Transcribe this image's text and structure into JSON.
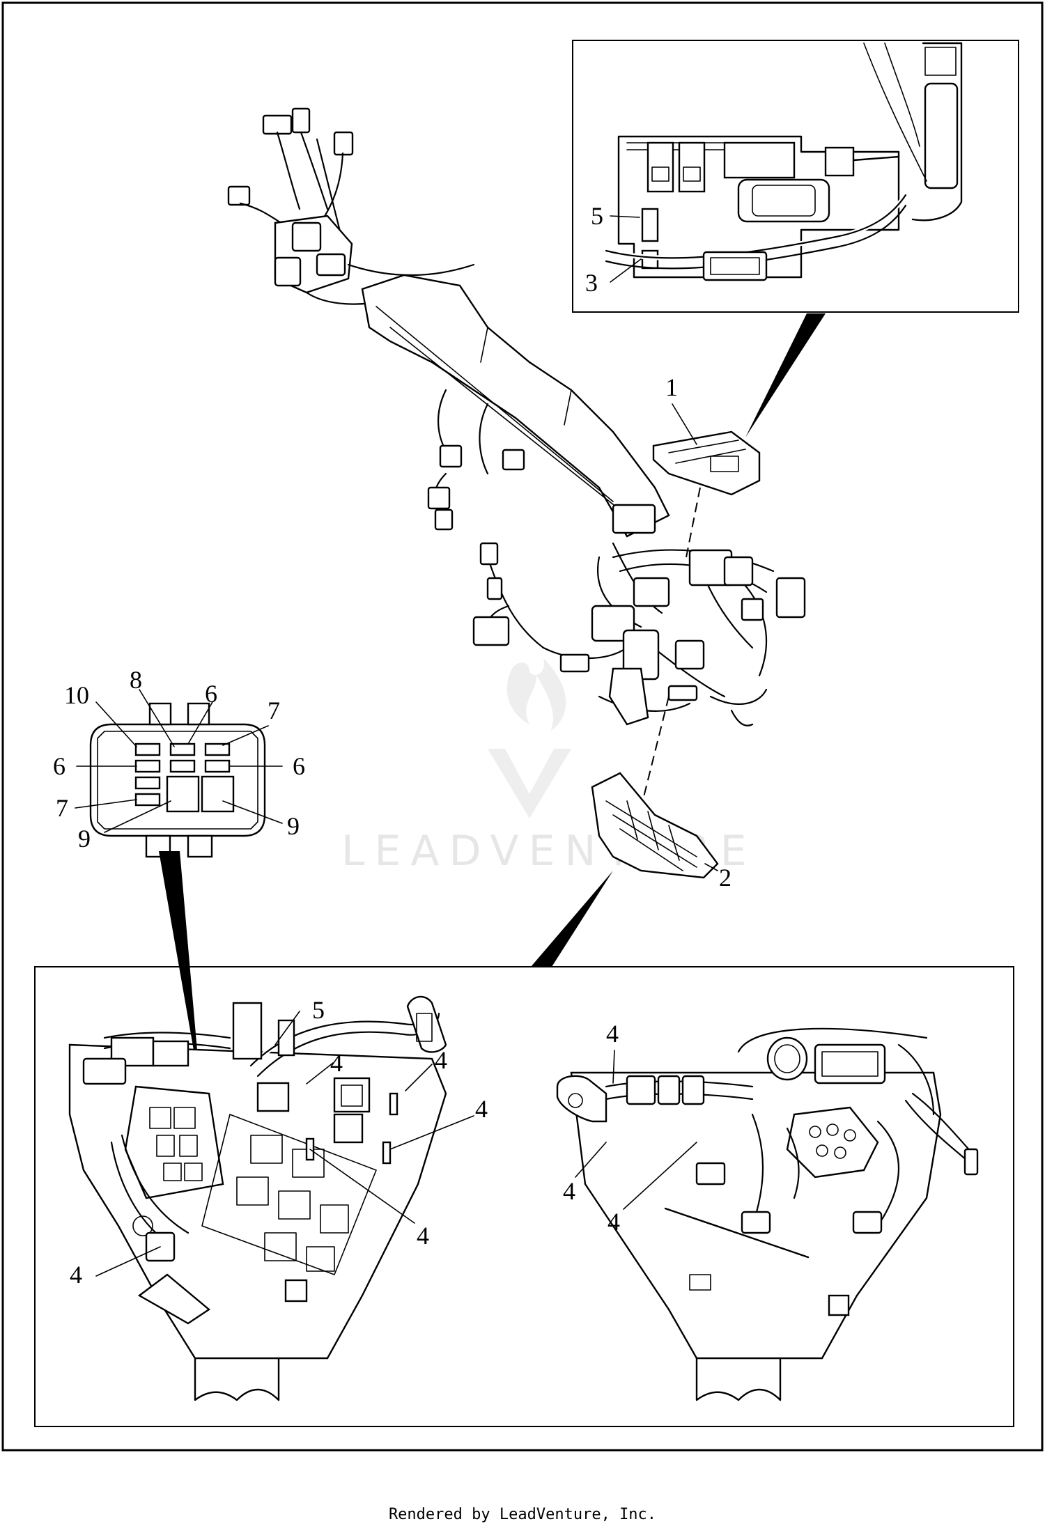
{
  "callouts": {
    "inset_top": [
      "5",
      "3"
    ],
    "main": [
      "1",
      "2"
    ],
    "fuse_box": [
      "10",
      "8",
      "6",
      "7",
      "6",
      "6",
      "7",
      "9",
      "9"
    ],
    "bottom_left": [
      "5",
      "4",
      "4",
      "4",
      "4",
      "4"
    ],
    "bottom_right": [
      "4",
      "4",
      "4"
    ]
  },
  "watermark": {
    "brand": "LEADVENTURE",
    "icon": "flame-v-logo-icon"
  },
  "footer": {
    "credit": "Rendered by LeadVenture, Inc."
  }
}
